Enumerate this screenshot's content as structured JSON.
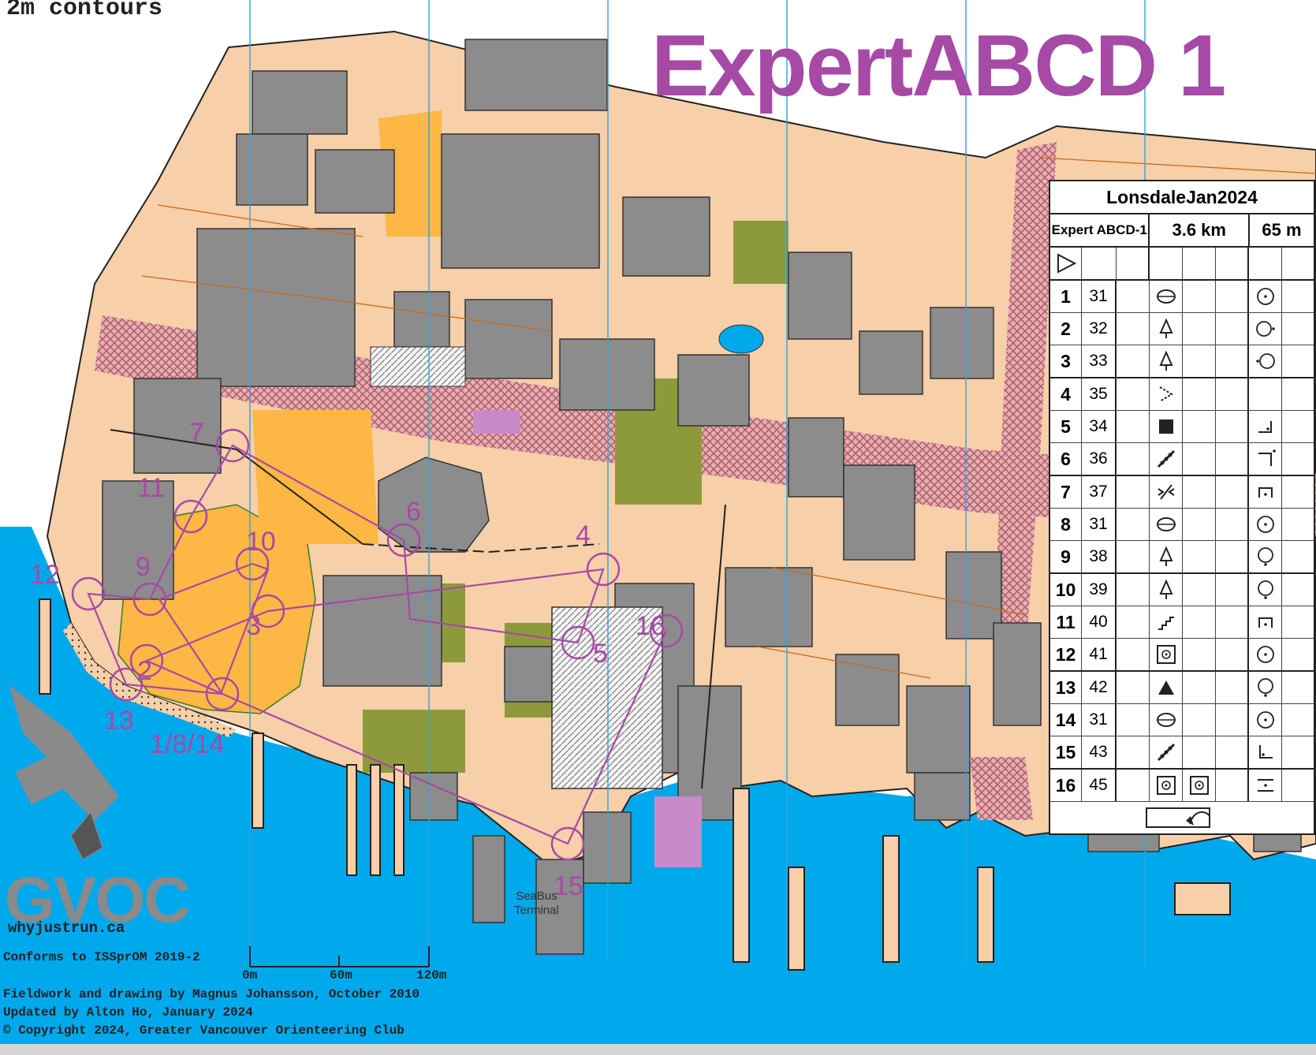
{
  "map": {
    "contours_note": "2m contours",
    "title_text": "ExpertABCD",
    "title_number": "1",
    "club_logo_text": "GVOC",
    "website": "whyjustrun.ca",
    "conformance": "Conforms to ISSprOM 2019-2",
    "credits": [
      "Fieldwork and drawing by Magnus Johansson, October 2010",
      "Updated by Alton Ho, January 2024",
      "© Copyright 2024, Greater Vancouver Orienteering Club"
    ],
    "scale_labels": [
      "0m",
      "60m",
      "120m"
    ],
    "place_label": [
      "SeaBus",
      "Terminal"
    ],
    "control_labels": [
      "1/8/14",
      "2",
      "3",
      "4",
      "5",
      "6",
      "7",
      "9",
      "10",
      "11",
      "12",
      "13",
      "15",
      "16"
    ],
    "colors": {
      "course": "#a64aa6",
      "water": "#00a8ec",
      "paved": "#f7cfa8",
      "buildings": "#8c8c8c",
      "open_land": "#fdb744",
      "vegetation": "#8c9a3c",
      "magnetic_north_lines": "#2aa6e0",
      "crossing_zone": "#b06070"
    }
  },
  "control_descriptions": {
    "event": "LonsdaleJan2024",
    "course": "Expert ABCD-1",
    "length": "3.6 km",
    "climb": "65 m",
    "start_symbol": "start-triangle-icon",
    "finish_symbol": "finish-arrow-icon",
    "controls": [
      {
        "num": "1",
        "code": "31",
        "feature": "depression-icon",
        "location": "center-circle-icon"
      },
      {
        "num": "2",
        "code": "32",
        "feature": "tree-icon",
        "location": "east-side-icon"
      },
      {
        "num": "3",
        "code": "33",
        "feature": "tree-icon",
        "location": "west-side-icon"
      },
      {
        "num": "4",
        "code": "35",
        "feature": "re-entrant-icon",
        "location": ""
      },
      {
        "num": "5",
        "code": "34",
        "feature": "building-icon",
        "location": "corner-inside-icon"
      },
      {
        "num": "6",
        "code": "36",
        "feature": "wall-icon",
        "location": "corner-outside-icon"
      },
      {
        "num": "7",
        "code": "37",
        "feature": "passage-icon",
        "location": "underneath-icon"
      },
      {
        "num": "8",
        "code": "31",
        "feature": "depression-icon",
        "location": "center-circle-icon"
      },
      {
        "num": "9",
        "code": "38",
        "feature": "tree-icon",
        "location": "south-side-icon"
      },
      {
        "num": "10",
        "code": "39",
        "feature": "tree-icon",
        "location": "south-side-icon"
      },
      {
        "num": "11",
        "code": "40",
        "feature": "stairway-icon",
        "location": "underneath-icon"
      },
      {
        "num": "12",
        "code": "41",
        "feature": "flowerbed-icon",
        "location": "center-circle-icon"
      },
      {
        "num": "13",
        "code": "42",
        "feature": "boulder-icon",
        "location": "south-side-icon"
      },
      {
        "num": "14",
        "code": "31",
        "feature": "depression-icon",
        "location": "center-circle-icon"
      },
      {
        "num": "15",
        "code": "43",
        "feature": "wall-icon",
        "location": "corner-inside-low-icon"
      },
      {
        "num": "16",
        "code": "45",
        "feature": "flowerbed-pair-icon",
        "location": "between-icon"
      }
    ]
  }
}
